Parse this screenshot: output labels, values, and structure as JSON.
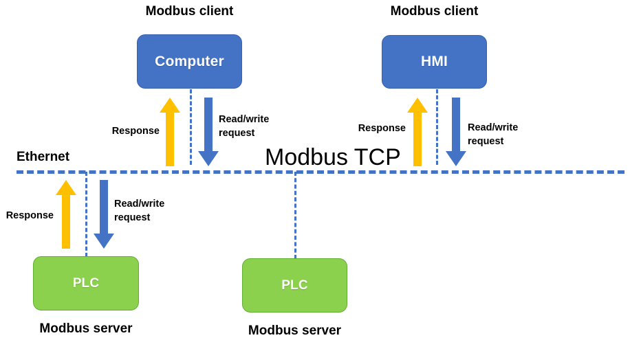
{
  "diagram": {
    "title": "Modbus TCP",
    "bus_label": "Ethernet",
    "colors": {
      "client_fill": "#4472C4",
      "server_fill": "#8CD14E",
      "response_arrow": "#FFC000",
      "request_arrow": "#4472C4",
      "bus_line": "#4472C4",
      "text": "#000000"
    },
    "nodes": [
      {
        "id": "computer",
        "label": "Computer",
        "role_caption": "Modbus client",
        "type": "client"
      },
      {
        "id": "hmi",
        "label": "HMI",
        "role_caption": "Modbus client",
        "type": "client"
      },
      {
        "id": "plc-left",
        "label": "PLC",
        "role_caption": "Modbus server",
        "type": "server"
      },
      {
        "id": "plc-right",
        "label": "PLC",
        "role_caption": "Modbus server",
        "type": "server"
      }
    ],
    "flows": [
      {
        "id": "computer",
        "response_label": "Response",
        "request_label_line1": "Read/write",
        "request_label_line2": "request"
      },
      {
        "id": "hmi",
        "response_label": "Response",
        "request_label_line1": "Read/write",
        "request_label_line2": "request"
      },
      {
        "id": "plc-left",
        "response_label": "Response",
        "request_label_line1": "Read/write",
        "request_label_line2": "request"
      }
    ]
  }
}
